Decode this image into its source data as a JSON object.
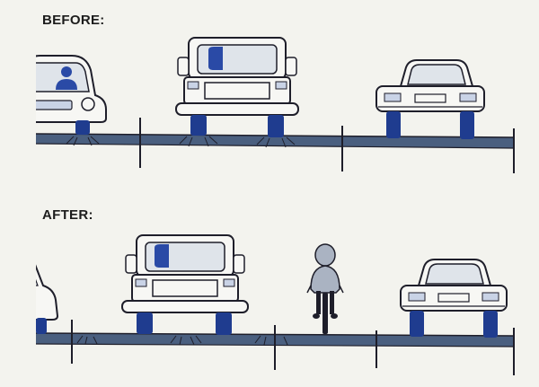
{
  "panels": {
    "before": {
      "label": "BEFORE:"
    },
    "after": {
      "label": "AFTER:"
    }
  },
  "colors": {
    "paper": "#f3f3ee",
    "ink": "#1e1e2a",
    "road": "#4a5f7f",
    "vehicle_fill": "#f7f7f4",
    "tire": "#1f3c8f",
    "window_tint": "#dfe4ea",
    "driver": "#2a4aa6",
    "headlight": "#c9d3e6",
    "cyclist_helmet": "#aab3c2"
  },
  "icons": {
    "before": [
      "sedan-rear-icon-cropped",
      "pickup-truck-rear-icon",
      "sedan-rear-icon"
    ],
    "after": [
      "sedan-rear-icon-cropped",
      "pickup-truck-rear-icon",
      "cyclist-rear-icon",
      "sedan-rear-icon"
    ]
  }
}
